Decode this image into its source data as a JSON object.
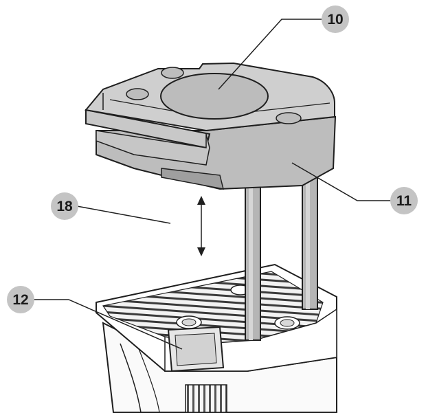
{
  "callouts": {
    "c10": "10",
    "c11": "11",
    "c12": "12",
    "c18": "18"
  },
  "colors": {
    "part_fill": "#cfcfcf",
    "part_shade": "#b9b9b9",
    "part_dark": "#9a9a9a",
    "outline": "#1f1f1f",
    "badge": "#c4c4c4"
  }
}
